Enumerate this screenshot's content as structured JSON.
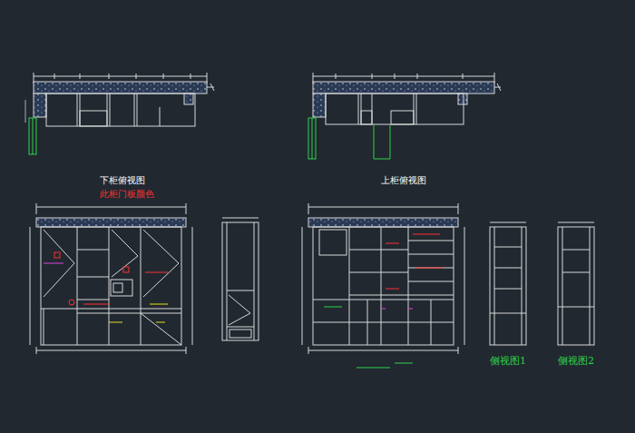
{
  "diagram": {
    "labels": [
      "下柜俯视图",
      "上柜俯视图",
      "此柜门板颜色",
      "侧视图1",
      "侧视图2"
    ]
  }
}
